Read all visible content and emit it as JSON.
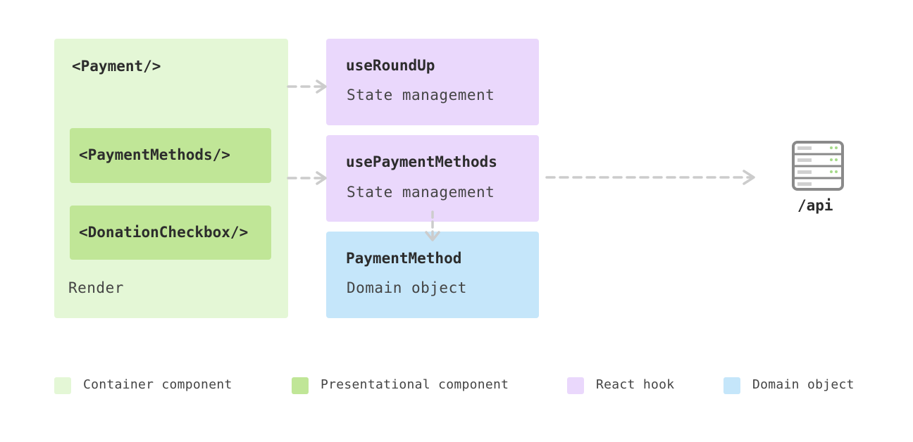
{
  "container": {
    "title": "<Payment/>",
    "footer": "Render",
    "children": [
      "<PaymentMethods/>",
      "<DonationCheckbox/>"
    ]
  },
  "hooks": [
    {
      "name": "useRoundUp",
      "description": "State management"
    },
    {
      "name": "usePaymentMethods",
      "description": "State management"
    }
  ],
  "domain_object": {
    "name": "PaymentMethod",
    "description": "Domain object"
  },
  "api": {
    "label": "/api",
    "icon": "server-icon"
  },
  "legend": [
    {
      "label": "Container component",
      "color": "#e4f7d6"
    },
    {
      "label": "Presentational component",
      "color": "#c0e697"
    },
    {
      "label": "React hook",
      "color": "#ead8fc"
    },
    {
      "label": "Domain object",
      "color": "#c5e6fa"
    }
  ],
  "colors": {
    "arrow": "#cccccc",
    "server": "#8a8a8a",
    "server_led": "#a6d98a"
  }
}
